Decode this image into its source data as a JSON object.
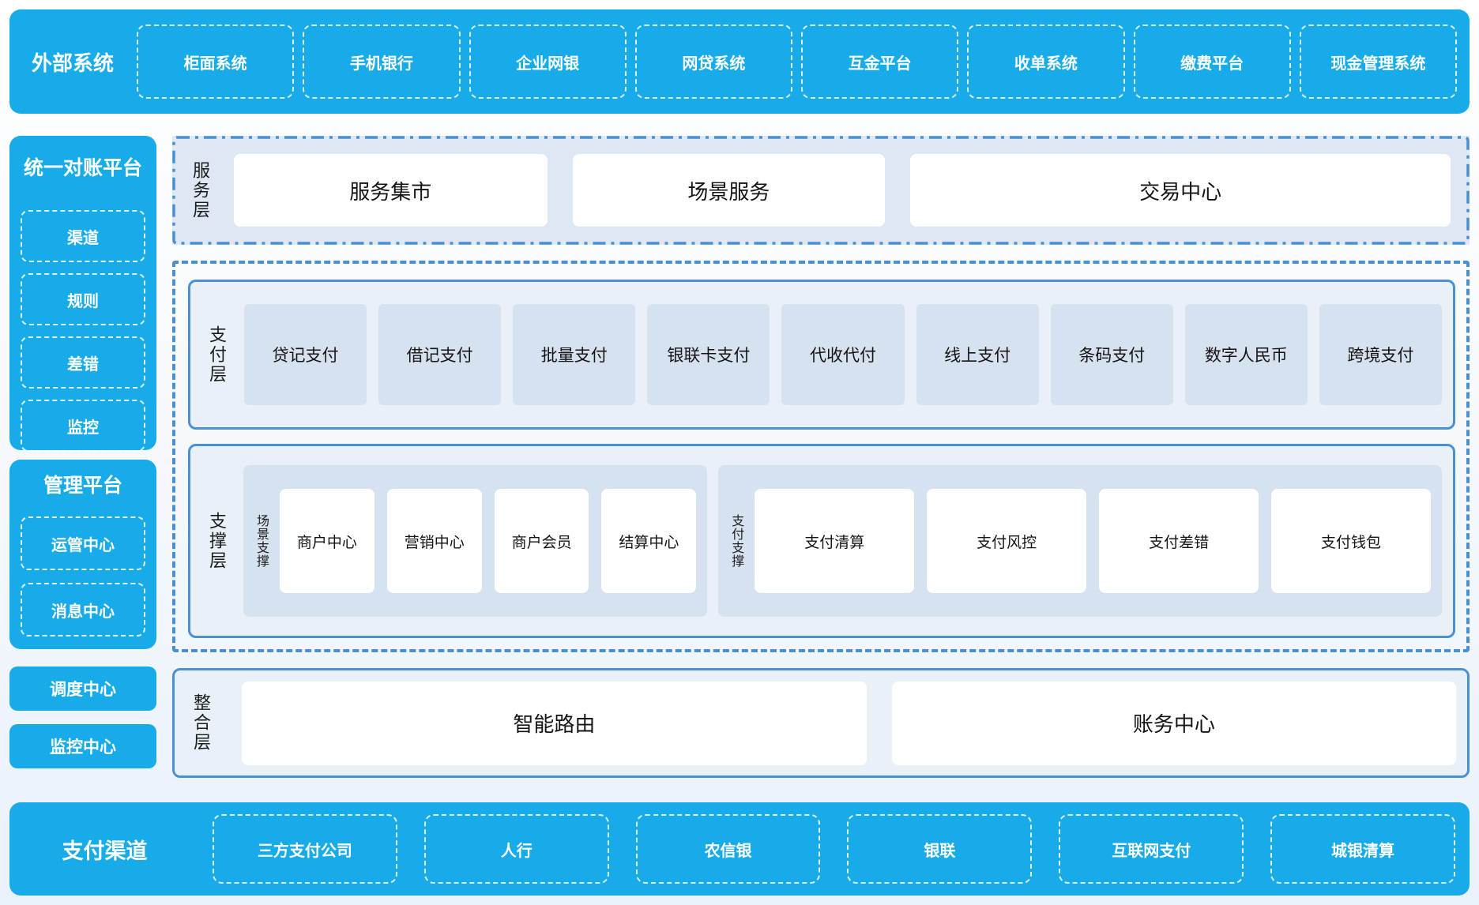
{
  "external_systems": {
    "title": "外部系统",
    "items": [
      "柜面系统",
      "手机银行",
      "企业网银",
      "网贷系统",
      "互金平台",
      "收单系统",
      "缴费平台",
      "现金管理系统"
    ]
  },
  "sidebar": {
    "reconciliation_platform": {
      "title": "统一对账平台",
      "items": [
        "渠道",
        "规则",
        "差错",
        "监控"
      ]
    },
    "management_platform": {
      "title": "管理平台",
      "items": [
        "运管中心",
        "消息中心"
      ]
    },
    "dispatch_center": "调度中心",
    "monitor_center": "监控中心"
  },
  "layers": {
    "service_layer": {
      "label": "服务层",
      "boxes": [
        "服务集市",
        "场景服务",
        "交易中心"
      ]
    },
    "payment_layer": {
      "label": "支付层",
      "boxes": [
        "贷记支付",
        "借记支付",
        "批量支付",
        "银联卡支付",
        "代收代付",
        "线上支付",
        "条码支付",
        "数字人民币",
        "跨境支付"
      ]
    },
    "support_layer": {
      "label": "支撑层",
      "groups": [
        {
          "label": "场景支撑",
          "boxes": [
            "商户中心",
            "营销中心",
            "商户会员",
            "结算中心"
          ]
        },
        {
          "label": "支付支撑",
          "boxes": [
            "支付清算",
            "支付风控",
            "支付差错",
            "支付钱包"
          ]
        }
      ]
    },
    "integration_layer": {
      "label": "整合层",
      "boxes": [
        "智能路由",
        "账务中心"
      ]
    }
  },
  "payment_channels": {
    "title": "支付渠道",
    "items": [
      "三方支付公司",
      "人行",
      "农信银",
      "银联",
      "互联网支付",
      "城银清算"
    ]
  },
  "colors": {
    "primary_blue": "#17ACE9",
    "panel_blue": "#DEE8F5",
    "box_blue": "#D7E2F0",
    "solid_border_blue": "#4A90D5",
    "dashed_border_blue": "#4A8FD1"
  }
}
